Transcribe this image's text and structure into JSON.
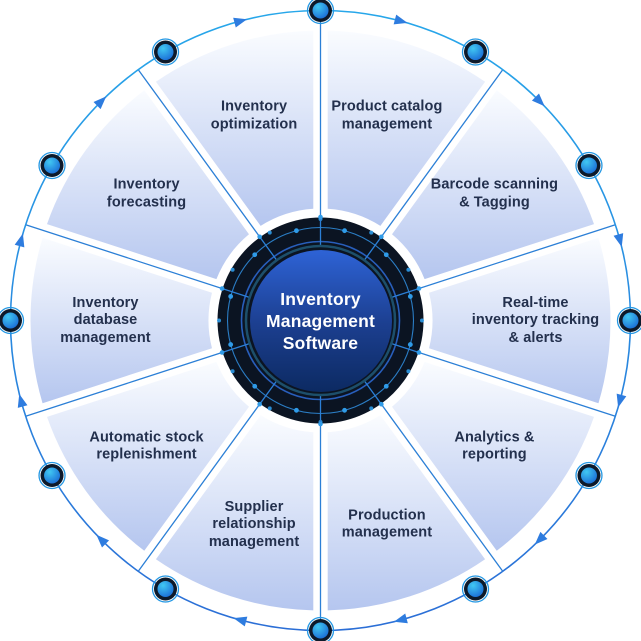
{
  "diagram_title": "Inventory Management Software",
  "center": {
    "label": "Inventory\nManagement\nSoftware"
  },
  "segments": [
    {
      "label": "Product catalog\nmanagement",
      "angle": 72
    },
    {
      "label": "Barcode scanning\n& Tagging",
      "angle": 36
    },
    {
      "label": "Real-time\ninventory tracking\n& alerts",
      "angle": 0
    },
    {
      "label": "Analytics &\nreporting",
      "angle": 324
    },
    {
      "label": "Production\nmanagement",
      "angle": 288
    },
    {
      "label": "Supplier\nrelationship\nmanagement",
      "angle": 252
    },
    {
      "label": "Automatic stock\nreplenishment",
      "angle": 216
    },
    {
      "label": "Inventory\ndatabase\nmanagement",
      "angle": 180
    },
    {
      "label": "Inventory\nforecasting",
      "angle": 144
    },
    {
      "label": "Inventory\noptimization",
      "angle": 108
    }
  ],
  "colors": {
    "arc_top": "#27a7ea",
    "arc_bottom": "#2b6ed6",
    "arrow": "#2e7cdf",
    "spoke": "#2b7fd6",
    "dark_ring": "#0b1422",
    "hub_teal_ring": "#1d4f6b",
    "hub_inner_ring": "#2a62c4",
    "hub_circle_ring": "#2f8ad8",
    "mini_dot": "#2f9be8",
    "dot_outline": "#2498e4",
    "dot_dark": "#0d1a2b",
    "dot_light": "#41c8f2",
    "dot_deep": "#1560d2",
    "segment_light": "#fafcff",
    "segment_dark": "#b5c6ef",
    "hub_grad_top": "#2e63d6",
    "hub_grad_bottom": "#0c2a62",
    "label_text": "#23304d",
    "center_text": "#ffffff"
  }
}
